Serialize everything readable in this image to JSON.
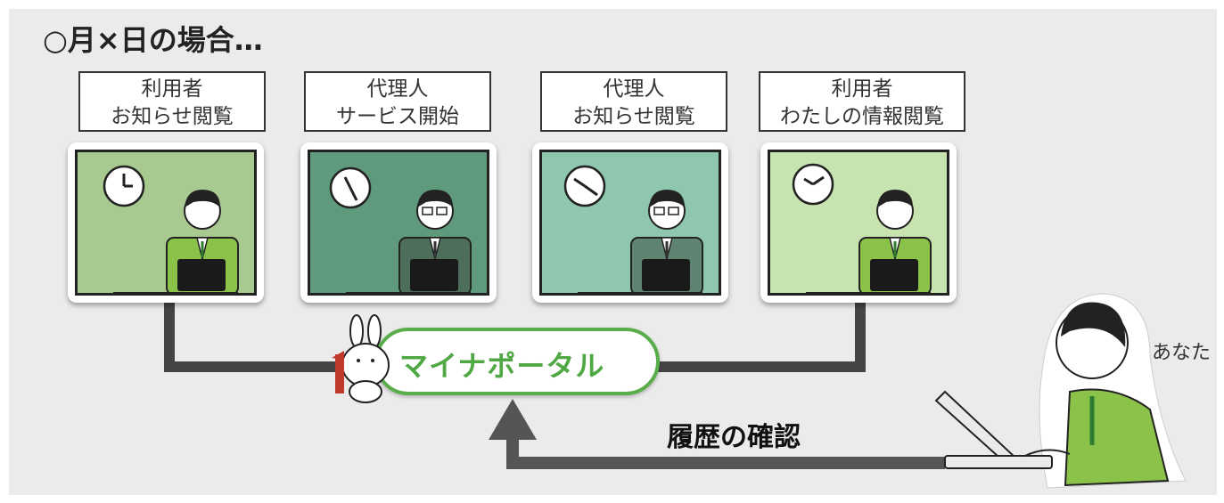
{
  "title": "○月×日の場合…",
  "panels": [
    {
      "line1": "利用者",
      "line2": "お知らせ閲覧",
      "bg": "#a8c98f",
      "role": "user"
    },
    {
      "line1": "代理人",
      "line2": "サービス開始",
      "bg": "#5f9a7c",
      "role": "proxy"
    },
    {
      "line1": "代理人",
      "line2": "お知らせ閲覧",
      "bg": "#8ec6ae",
      "role": "proxy"
    },
    {
      "line1": "利用者",
      "line2": "わたしの情報閲覧",
      "bg": "#c6e3b0",
      "role": "user"
    }
  ],
  "portal": {
    "label": "マイナポータル",
    "color": "#4fa843"
  },
  "history_label": "履歴の確認",
  "you_label": "あなた"
}
